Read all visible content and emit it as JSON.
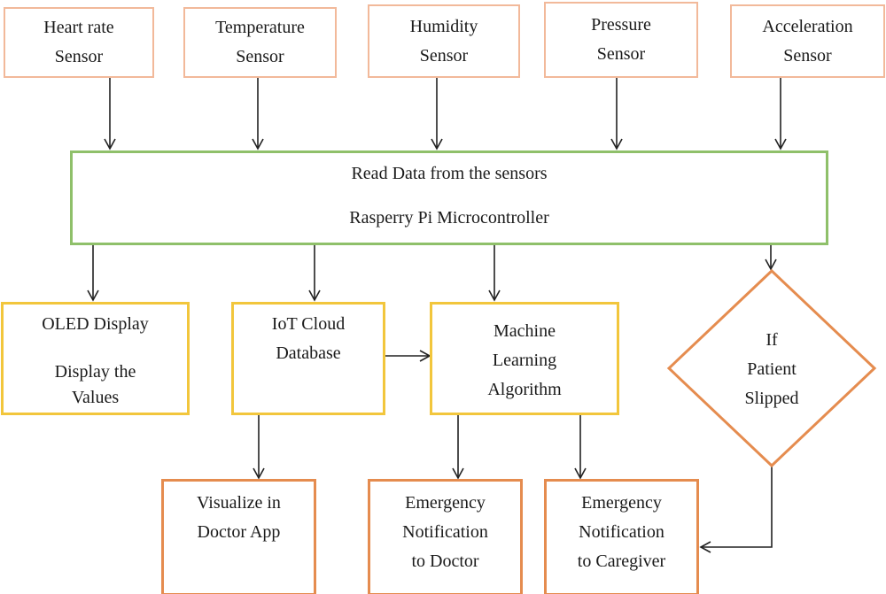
{
  "sensors": [
    {
      "line1": "Heart rate",
      "line2": "Sensor"
    },
    {
      "line1": "Temperature",
      "line2": "Sensor"
    },
    {
      "line1": "Humidity",
      "line2": "Sensor"
    },
    {
      "line1": "Pressure",
      "line2": "Sensor"
    },
    {
      "line1": "Acceleration",
      "line2": "Sensor"
    }
  ],
  "controller": {
    "line1": "Read Data from the sensors",
    "line2": "Rasperry Pi Microcontroller"
  },
  "oled": {
    "line1": "OLED Display",
    "line2": "Display the",
    "line3": "Values"
  },
  "cloud": {
    "line1": "IoT Cloud",
    "line2": "Database"
  },
  "ml": {
    "line1": "Machine",
    "line2": "Learning",
    "line3": "Algorithm"
  },
  "decision": {
    "line1": "If",
    "line2": "Patient",
    "line3": "Slipped"
  },
  "doctor_app": {
    "line1": "Visualize in",
    "line2": "Doctor App"
  },
  "notify_doctor": {
    "line1": "Emergency",
    "line2": "Notification",
    "line3": "to Doctor"
  },
  "notify_caregiver": {
    "line1": "Emergency",
    "line2": "Notification",
    "line3": "to Caregiver"
  },
  "colors": {
    "sensor_border": "#f2b99a",
    "controller_border": "#8fc06a",
    "process_border": "#f2c63c",
    "output_border": "#e58c4f",
    "arrow": "#222222"
  }
}
